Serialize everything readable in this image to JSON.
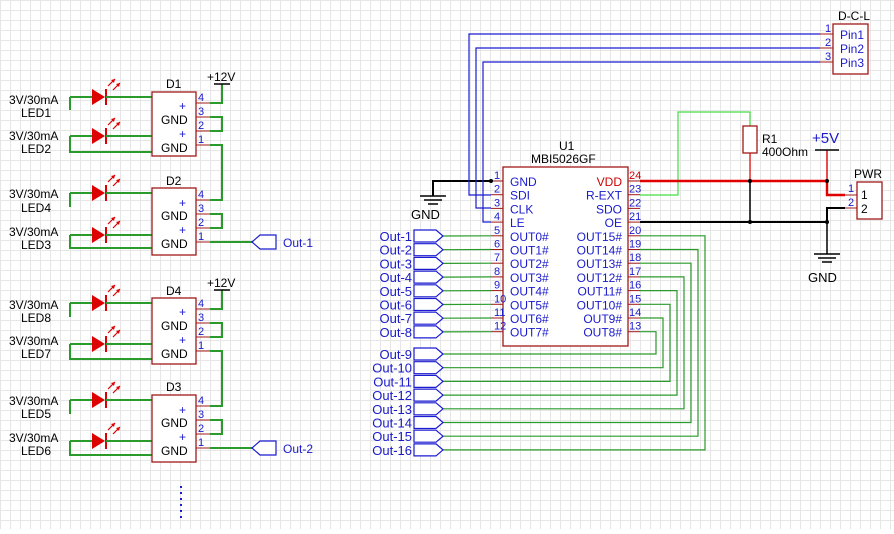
{
  "drivers": [
    {
      "ref": "D1",
      "label_gnd": "GND",
      "plus": "+",
      "pins": [
        "4",
        "3",
        "2",
        "1"
      ],
      "leds": [
        {
          "rating": "3V/30mA",
          "name": "LED1"
        },
        {
          "rating": "3V/30mA",
          "name": "LED2"
        }
      ]
    },
    {
      "ref": "D2",
      "label_gnd": "GND",
      "plus": "+",
      "pins": [
        "4",
        "3",
        "2",
        "1"
      ],
      "leds": [
        {
          "rating": "3V/30mA",
          "name": "LED4"
        },
        {
          "rating": "3V/30mA",
          "name": "LED3"
        }
      ]
    },
    {
      "ref": "D4",
      "label_gnd": "GND",
      "plus": "+",
      "pins": [
        "4",
        "3",
        "2",
        "1"
      ],
      "leds": [
        {
          "rating": "3V/30mA",
          "name": "LED8"
        },
        {
          "rating": "3V/30mA",
          "name": "LED7"
        }
      ]
    },
    {
      "ref": "D3",
      "label_gnd": "GND",
      "plus": "+",
      "pins": [
        "4",
        "3",
        "2",
        "1"
      ],
      "leds": [
        {
          "rating": "3V/30mA",
          "name": "LED5"
        },
        {
          "rating": "3V/30mA",
          "name": "LED6"
        }
      ]
    }
  ],
  "supply_12v": [
    "+12V",
    "+12V"
  ],
  "driver_outputs": [
    "Out-1",
    "Out-2"
  ],
  "continuation": "⋮",
  "u1": {
    "ref": "U1",
    "part": "MBI5026GF",
    "left_pins": [
      {
        "num": "1",
        "name": "GND"
      },
      {
        "num": "2",
        "name": "SDI"
      },
      {
        "num": "3",
        "name": "CLK"
      },
      {
        "num": "4",
        "name": "LE"
      },
      {
        "num": "5",
        "name": "OUT0#"
      },
      {
        "num": "6",
        "name": "OUT1#"
      },
      {
        "num": "7",
        "name": "OUT2#"
      },
      {
        "num": "8",
        "name": "OUT3#"
      },
      {
        "num": "9",
        "name": "OUT4#"
      },
      {
        "num": "10",
        "name": "OUT5#"
      },
      {
        "num": "11",
        "name": "OUT6#"
      },
      {
        "num": "12",
        "name": "OUT7#"
      }
    ],
    "right_pins": [
      {
        "num": "24",
        "name": "VDD"
      },
      {
        "num": "23",
        "name": "R-EXT"
      },
      {
        "num": "22",
        "name": "SDO"
      },
      {
        "num": "21",
        "name": "OE"
      },
      {
        "num": "20",
        "name": "OUT15#"
      },
      {
        "num": "19",
        "name": "OUT14#"
      },
      {
        "num": "18",
        "name": "OUT13#"
      },
      {
        "num": "17",
        "name": "OUT12#"
      },
      {
        "num": "16",
        "name": "OUT11#"
      },
      {
        "num": "15",
        "name": "OUT10#"
      },
      {
        "num": "14",
        "name": "OUT9#"
      },
      {
        "num": "13",
        "name": "OUT8#"
      }
    ]
  },
  "net_ports": [
    "Out-1",
    "Out-2",
    "Out-3",
    "Out-4",
    "Out-5",
    "Out-6",
    "Out-7",
    "Out-8",
    "Out-9",
    "Out-10",
    "Out-11",
    "Out-12",
    "Out-13",
    "Out-14",
    "Out-15",
    "Out-16"
  ],
  "connector_dcl": {
    "ref": "D-C-L",
    "pins": [
      {
        "num": "1",
        "name": "Pin1"
      },
      {
        "num": "2",
        "name": "Pin2"
      },
      {
        "num": "3",
        "name": "Pin3"
      }
    ]
  },
  "connector_pwr": {
    "ref": "PWR",
    "pins": [
      "1",
      "2"
    ]
  },
  "resistor": {
    "ref": "R1",
    "value": "400Ohm"
  },
  "supply_5v": "+5V",
  "gnd_labels": [
    "GND",
    "GND"
  ],
  "colors": {
    "wire_green": "#2a9a2a",
    "wire_blue": "#1b1bd0",
    "wire_red": "#e00000",
    "wire_black": "#000000",
    "part_outline": "#a01818",
    "led_red": "#dd0000",
    "resistor_wire": "#44dd44"
  }
}
